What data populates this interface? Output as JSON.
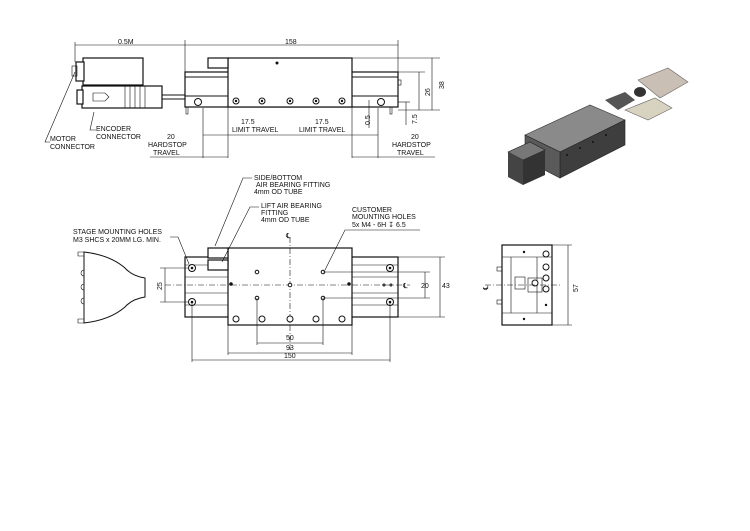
{
  "side_view": {
    "dim_cable": "0.5M",
    "dim_length": "158",
    "dim_height": "38",
    "dim_rail_height": "26",
    "dim_hole_height": "7.5",
    "dim_gap": "0.5",
    "limit_travel_left": {
      "value": "17.5",
      "label": "LIMIT TRAVEL"
    },
    "limit_travel_right": {
      "value": "17.5",
      "label": "LIMIT TRAVEL"
    },
    "hardstop_left": {
      "value": "20",
      "line1": "HARDSTOP",
      "line2": "TRAVEL"
    },
    "hardstop_right": {
      "value": "20",
      "line1": "HARDSTOP",
      "line2": "TRAVEL"
    },
    "encoder_label": {
      "line1": "ENCODER",
      "line2": "CONNECTOR"
    },
    "motor_label": {
      "line1": "MOTOR",
      "line2": "CONNECTOR"
    }
  },
  "top_view": {
    "side_fitting": {
      "line1": "SIDE/BOTTOM",
      "line2": "AIR BEARING FITTING",
      "line3": "4mm OD TUBE"
    },
    "lift_fitting": {
      "line1": "LIFT AIR BEARING",
      "line2": "FITTING",
      "line3": "4mm OD TUBE"
    },
    "customer_holes": {
      "line1": "CUSTOMER",
      "line2": "MOUNTING HOLES",
      "line3": "5x M4 - 6H ↧ 6.5"
    },
    "stage_holes": {
      "line1": "STAGE MOUNTING HOLES",
      "line2": "M3 SHCS x 20MM LG. MIN."
    },
    "centerline": "℄",
    "dim_50": "50",
    "dim_93": "93",
    "dim_150": "150",
    "dim_25": "25",
    "dim_20": "20",
    "dim_43": "43"
  },
  "end_view": {
    "dim_57": "57",
    "centerline": "℄"
  }
}
